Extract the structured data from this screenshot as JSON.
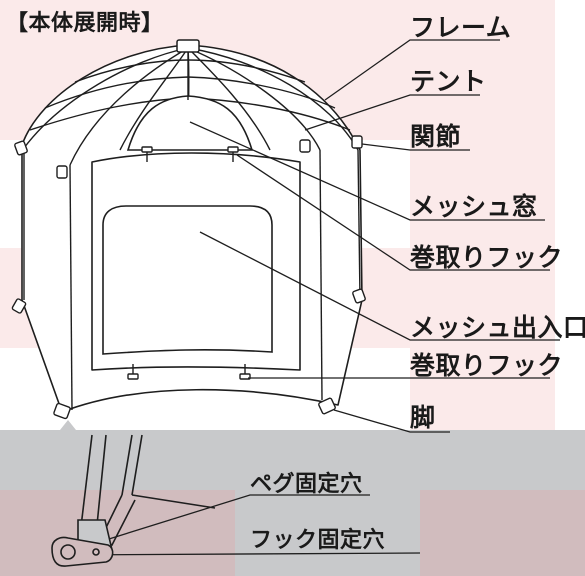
{
  "title": "【本体展開時】",
  "labels": {
    "frame": "フレーム",
    "tent": "テント",
    "joint": "関節",
    "mesh_window": "メッシュ窓",
    "rollup_hook_top": "巻取りフック",
    "mesh_entrance": "メッシュ出入口",
    "rollup_hook_bottom": "巻取りフック",
    "leg": "脚",
    "peg_hole": "ペグ固定穴",
    "hook_hole": "フック固定穴"
  },
  "colors": {
    "background": "#ffffff",
    "pink_band": "#fbeaea",
    "grey_panel": "#c8c9cb",
    "grey_panel_pink": "#d1bcbe",
    "line": "#1e1e1e",
    "tent_fill": "#ffffff"
  }
}
